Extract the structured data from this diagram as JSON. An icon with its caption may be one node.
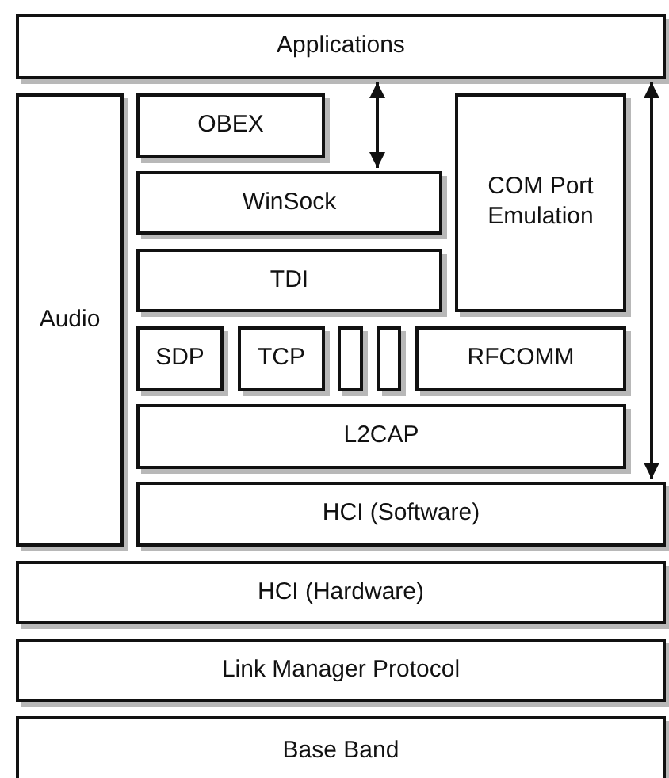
{
  "diagram": {
    "nodes": [
      {
        "text": [
          "Applications"
        ]
      },
      {
        "text": [
          "Audio"
        ]
      },
      {
        "text": [
          "OBEX"
        ]
      },
      {
        "text": [
          "WinSock"
        ]
      },
      {
        "text": [
          "COM Port Emulation"
        ]
      },
      {
        "text": [
          "TDI"
        ]
      },
      {
        "text": [
          "SDP"
        ]
      },
      {
        "text": [
          "TCP"
        ]
      },
      {
        "text": [],
        "shape": "box"
      },
      {
        "text": [],
        "shape": "box"
      },
      {
        "text": [
          "RFCOMM"
        ]
      },
      {
        "text": [
          "L2CAP"
        ]
      },
      {
        "text": [
          "HCI (Software)"
        ]
      },
      {
        "text": [
          "HCI (Hardware)"
        ]
      },
      {
        "text": [
          "Link Manager Protocol"
        ]
      },
      {
        "text": [
          "Base Band"
        ]
      }
    ],
    "edges": [
      {
        "from": 0,
        "to": 3,
        "arrow": "both"
      },
      {
        "from": 0,
        "to": 12,
        "arrow": "both"
      }
    ]
  }
}
